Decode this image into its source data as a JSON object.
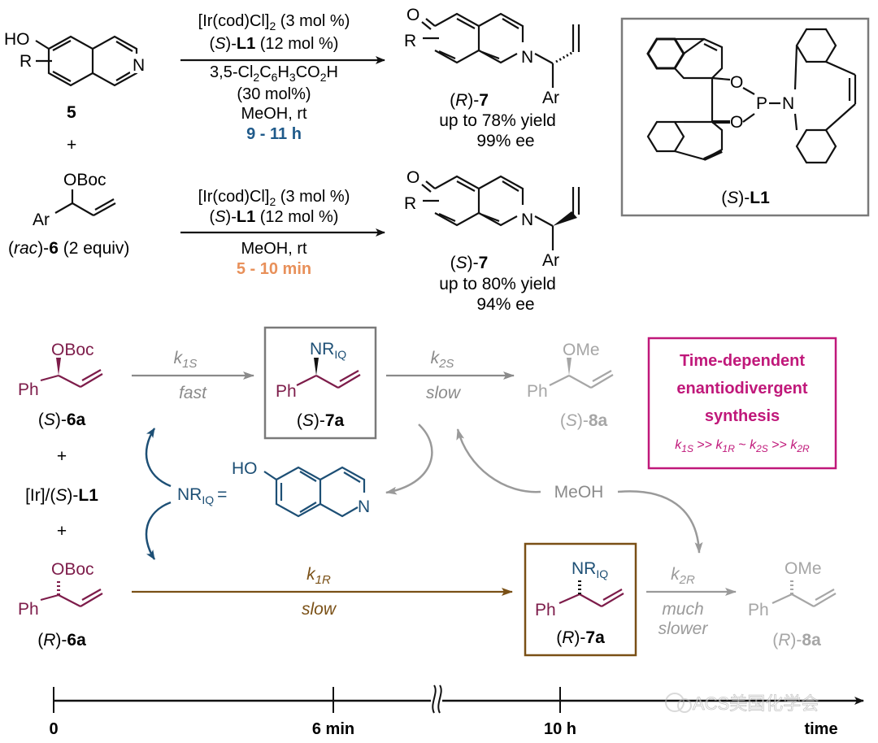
{
  "colors": {
    "black": "#111111",
    "blue_time": "#1f5a8a",
    "orange_time": "#e8905a",
    "maroon": "#7d1c4a",
    "nriq_blue": "#1d4f75",
    "grey": "#8a8a8a",
    "light_grey": "#a6a6a6",
    "brown": "#7a5016",
    "magenta": "#c0187a",
    "box_grey": "#7a7a7a"
  },
  "top_scheme": {
    "reactant5": {
      "oh": "HO",
      "r": "R",
      "n": "N",
      "label": "5"
    },
    "plus": "+",
    "reactant6": {
      "oboc": "OBoc",
      "ar": "Ar",
      "label_pre": "(",
      "label_rac": "rac",
      "label_mid": ")-",
      "label_num": "6",
      "label_post": " (2 equiv)"
    },
    "reaction1": {
      "line1": "[Ir(cod)Cl]",
      "line1_sub": "2",
      "line1_post": " (3 mol %)",
      "line2_pre": "(",
      "line2_s": "S",
      "line2_mid": ")-",
      "line2_l1": "L1",
      "line2_post": " (12 mol %)",
      "line3": "3,5-Cl2C6H3CO2H",
      "line3_parts": [
        "3,5-Cl",
        "2",
        "C",
        "6",
        "H",
        "3",
        "CO",
        "2",
        "H"
      ],
      "line4": "(30 mol%)",
      "line5": "MeOH, rt",
      "time": "9 - 11 h"
    },
    "reaction2": {
      "line1": "[Ir(cod)Cl]",
      "line1_sub": "2",
      "line1_post": " (3 mol %)",
      "line2_pre": "(",
      "line2_s": "S",
      "line2_mid": ")-",
      "line2_l1": "L1",
      "line2_post": " (12 mol %)",
      "line3": "MeOH, rt",
      "time": "5 - 10 min"
    },
    "product_R7": {
      "o": "O",
      "r": "R",
      "n": "N",
      "ar": "Ar",
      "label_stereo": "R",
      "label_num": "7",
      "yield": "up to 78% yield",
      "ee": "99% ee"
    },
    "product_S7": {
      "o": "O",
      "r": "R",
      "n": "N",
      "ar": "Ar",
      "label_stereo": "S",
      "label_num": "7",
      "yield": "up to 80% yield",
      "ee": "94% ee"
    },
    "ligand": {
      "o1": "O",
      "o2": "O",
      "p": "P",
      "n": "N",
      "label_stereo": "S",
      "label_name": "L1"
    }
  },
  "mechanism": {
    "S6a": {
      "oboc": "OBoc",
      "ph": "Ph",
      "label_stereo": "S",
      "label_num": "6a"
    },
    "plus1": "+",
    "catalyst": {
      "pre": "[Ir]/(",
      "stereo": "S",
      "mid": ")-",
      "name": "L1"
    },
    "plus2": "+",
    "R6a": {
      "oboc": "OBoc",
      "ph": "Ph",
      "label_stereo": "R",
      "label_num": "6a"
    },
    "k1S": {
      "k": "k",
      "sub": "1S",
      "speed": "fast"
    },
    "S7a": {
      "nr": "NR",
      "nr_sub": "IQ",
      "ph": "Ph",
      "label_stereo": "S",
      "label_num": "7a"
    },
    "k2S": {
      "k": "k",
      "sub": "2S",
      "speed": "slow"
    },
    "S8a": {
      "ome": "OMe",
      "ph": "Ph",
      "label_stereo": "S",
      "label_num": "8a"
    },
    "nriq_def": {
      "nr": "NR",
      "nr_sub": "IQ",
      "eq": "=",
      "oh": "HO",
      "n": "N"
    },
    "meoh": "MeOH",
    "k1R": {
      "k": "k",
      "sub": "1R",
      "speed": "slow"
    },
    "R7a": {
      "nr": "NR",
      "nr_sub": "IQ",
      "ph": "Ph",
      "label_stereo": "R",
      "label_num": "7a"
    },
    "k2R": {
      "k": "k",
      "sub": "2R",
      "speed1": "much",
      "speed2": "slower"
    },
    "R8a": {
      "ome": "OMe",
      "ph": "Ph",
      "label_stereo": "R",
      "label_num": "8a"
    },
    "summary_box": {
      "line1": "Time-dependent",
      "line2": "enantiodivergent",
      "line3": "synthesis",
      "rates": [
        {
          "k": "k",
          "sub": "1S"
        },
        {
          "op": " >> "
        },
        {
          "k": "k",
          "sub": "1R"
        },
        {
          "op": " ~ "
        },
        {
          "k": "k",
          "sub": "2S"
        },
        {
          "op": " >> "
        },
        {
          "k": "k",
          "sub": "2R"
        }
      ]
    }
  },
  "timeline": {
    "ticks": [
      "0",
      "6 min",
      "10 h"
    ],
    "axis_label": "time",
    "break_symbol": "≈"
  },
  "watermark": "ACS美国化学会"
}
